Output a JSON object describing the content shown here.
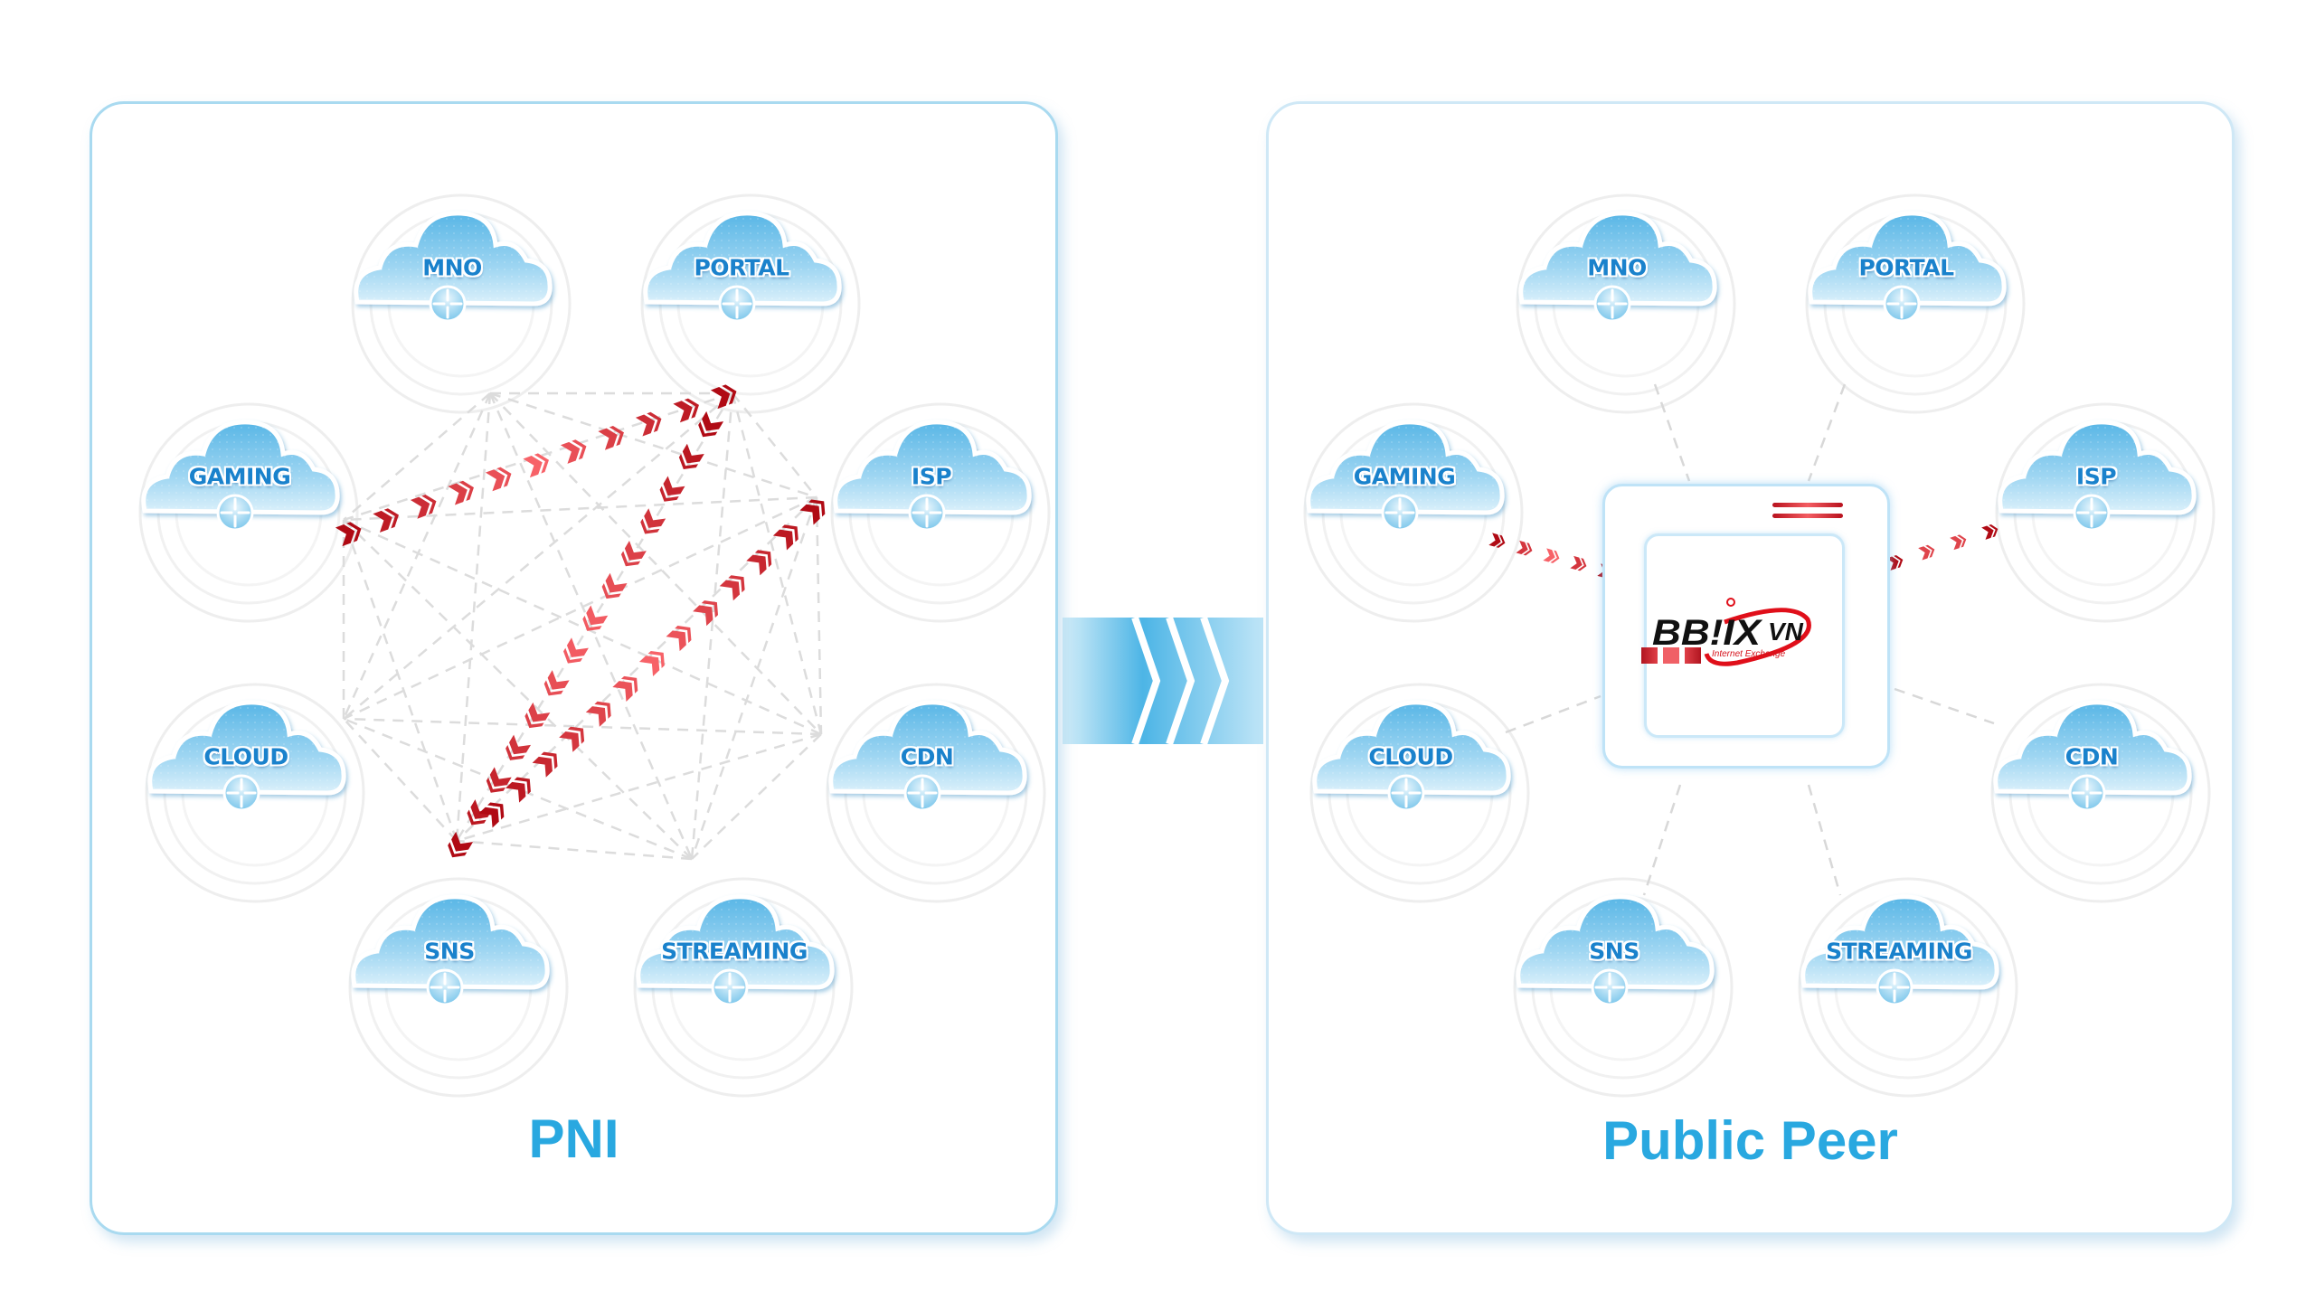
{
  "left_panel": {
    "title": "PNI",
    "nodes": [
      "MNO",
      "PORTAL",
      "ISP",
      "CDN",
      "STREAMING",
      "SNS",
      "CLOUD",
      "GAMING"
    ],
    "node_icon": "router-icon",
    "connections": "full-mesh-dashed",
    "highlighted_links": [
      {
        "from": "GAMING",
        "to": "PORTAL",
        "style": "red-chevron-arrow"
      },
      {
        "from": "PORTAL",
        "to": "SNS",
        "style": "red-chevron-arrow"
      },
      {
        "from": "SNS",
        "to": "ISP",
        "style": "red-chevron-arrow"
      }
    ]
  },
  "right_panel": {
    "title": "Public Peer",
    "nodes": [
      "MNO",
      "PORTAL",
      "ISP",
      "CDN",
      "STREAMING",
      "SNS",
      "CLOUD",
      "GAMING"
    ],
    "node_icon": "router-icon",
    "hub": {
      "logo_text_main": "BB!IX",
      "logo_text_suffix": "VN",
      "logo_subtitle": "Internet Exchange",
      "icon": "exchange-server-icon"
    },
    "highlighted_links": [
      {
        "from": "GAMING",
        "to": "hub",
        "style": "red-chevron-arrow"
      },
      {
        "from": "hub",
        "to": "ISP",
        "style": "red-chevron-arrow"
      }
    ]
  },
  "connector": {
    "icon": "triple-chevron-right-icon",
    "meaning": "transition from PNI to Public Peer"
  },
  "colors": {
    "title_blue": "#29a8e0",
    "cloud_light": "#c7e9f9",
    "cloud_dark": "#5db8e6",
    "label_blue": "#1a82cc",
    "arrow_dark_red": "#b50d16",
    "arrow_light_red": "#f15b60",
    "dash_gray": "#d8d8d8",
    "panel_border": "#a9daf0"
  }
}
